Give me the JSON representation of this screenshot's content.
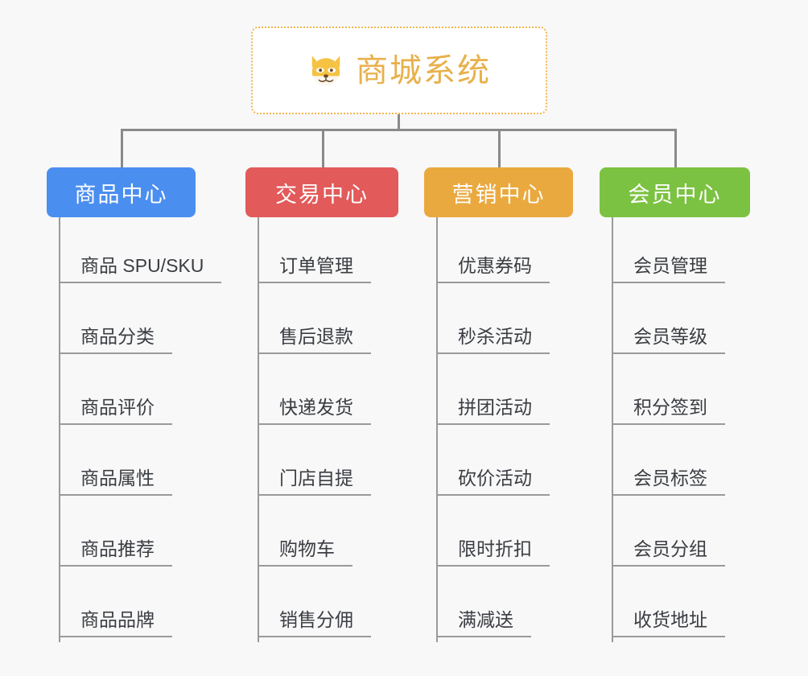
{
  "canvas": {
    "background": "#f8f8f8",
    "line_color": "#8a8a8a"
  },
  "root": {
    "title": "商城系统",
    "icon": "dog-face-icon",
    "text_color": "#e8b04b",
    "border_color": "#f2b44c",
    "background": "#ffffff"
  },
  "columns": [
    {
      "key": "product-center",
      "label": "商品中心",
      "color": "#4a8ef0",
      "items": [
        "商品 SPU/SKU",
        "商品分类",
        "商品评价",
        "商品属性",
        "商品推荐",
        "商品品牌"
      ]
    },
    {
      "key": "trade-center",
      "label": "交易中心",
      "color": "#e25a5a",
      "items": [
        "订单管理",
        "售后退款",
        "快递发货",
        "门店自提",
        "购物车",
        "销售分佣"
      ]
    },
    {
      "key": "marketing-center",
      "label": "营销中心",
      "color": "#eaa93f",
      "items": [
        "优惠券码",
        "秒杀活动",
        "拼团活动",
        "砍价活动",
        "限时折扣",
        "满减送"
      ]
    },
    {
      "key": "member-center",
      "label": "会员中心",
      "color": "#7cc242",
      "items": [
        "会员管理",
        "会员等级",
        "积分签到",
        "会员标签",
        "会员分组",
        "收货地址"
      ]
    }
  ]
}
